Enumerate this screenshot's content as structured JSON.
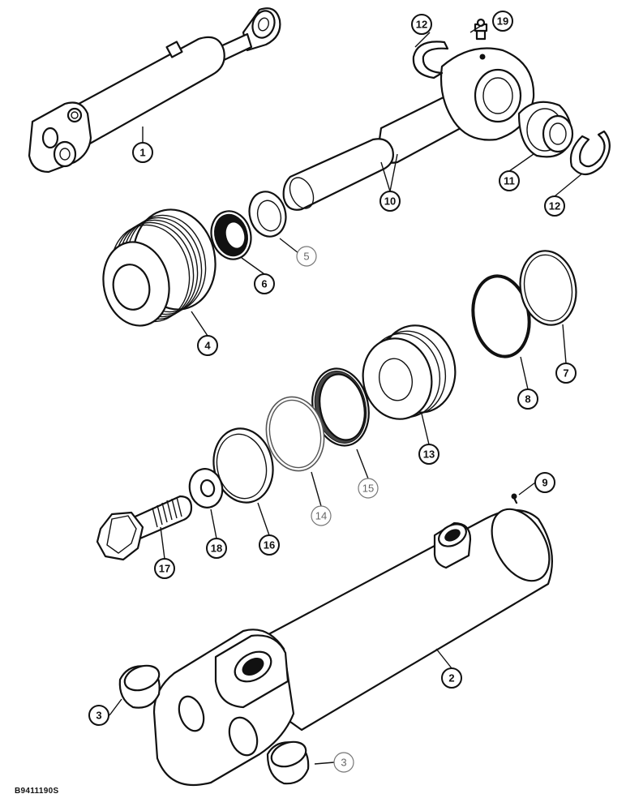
{
  "drawing_code": "B9411190S",
  "callouts": [
    {
      "id": "c1",
      "label": "1"
    },
    {
      "id": "c2",
      "label": "2"
    },
    {
      "id": "c3a",
      "label": "3"
    },
    {
      "id": "c3b",
      "label": "3"
    },
    {
      "id": "c4",
      "label": "4"
    },
    {
      "id": "c5",
      "label": "5"
    },
    {
      "id": "c6",
      "label": "6"
    },
    {
      "id": "c7",
      "label": "7"
    },
    {
      "id": "c8",
      "label": "8"
    },
    {
      "id": "c9",
      "label": "9"
    },
    {
      "id": "c10",
      "label": "10"
    },
    {
      "id": "c11",
      "label": "11"
    },
    {
      "id": "c12a",
      "label": "12"
    },
    {
      "id": "c12b",
      "label": "12"
    },
    {
      "id": "c13",
      "label": "13"
    },
    {
      "id": "c14",
      "label": "14"
    },
    {
      "id": "c15",
      "label": "15"
    },
    {
      "id": "c16",
      "label": "16"
    },
    {
      "id": "c17",
      "label": "17"
    },
    {
      "id": "c18",
      "label": "18"
    },
    {
      "id": "c19",
      "label": "19"
    }
  ]
}
